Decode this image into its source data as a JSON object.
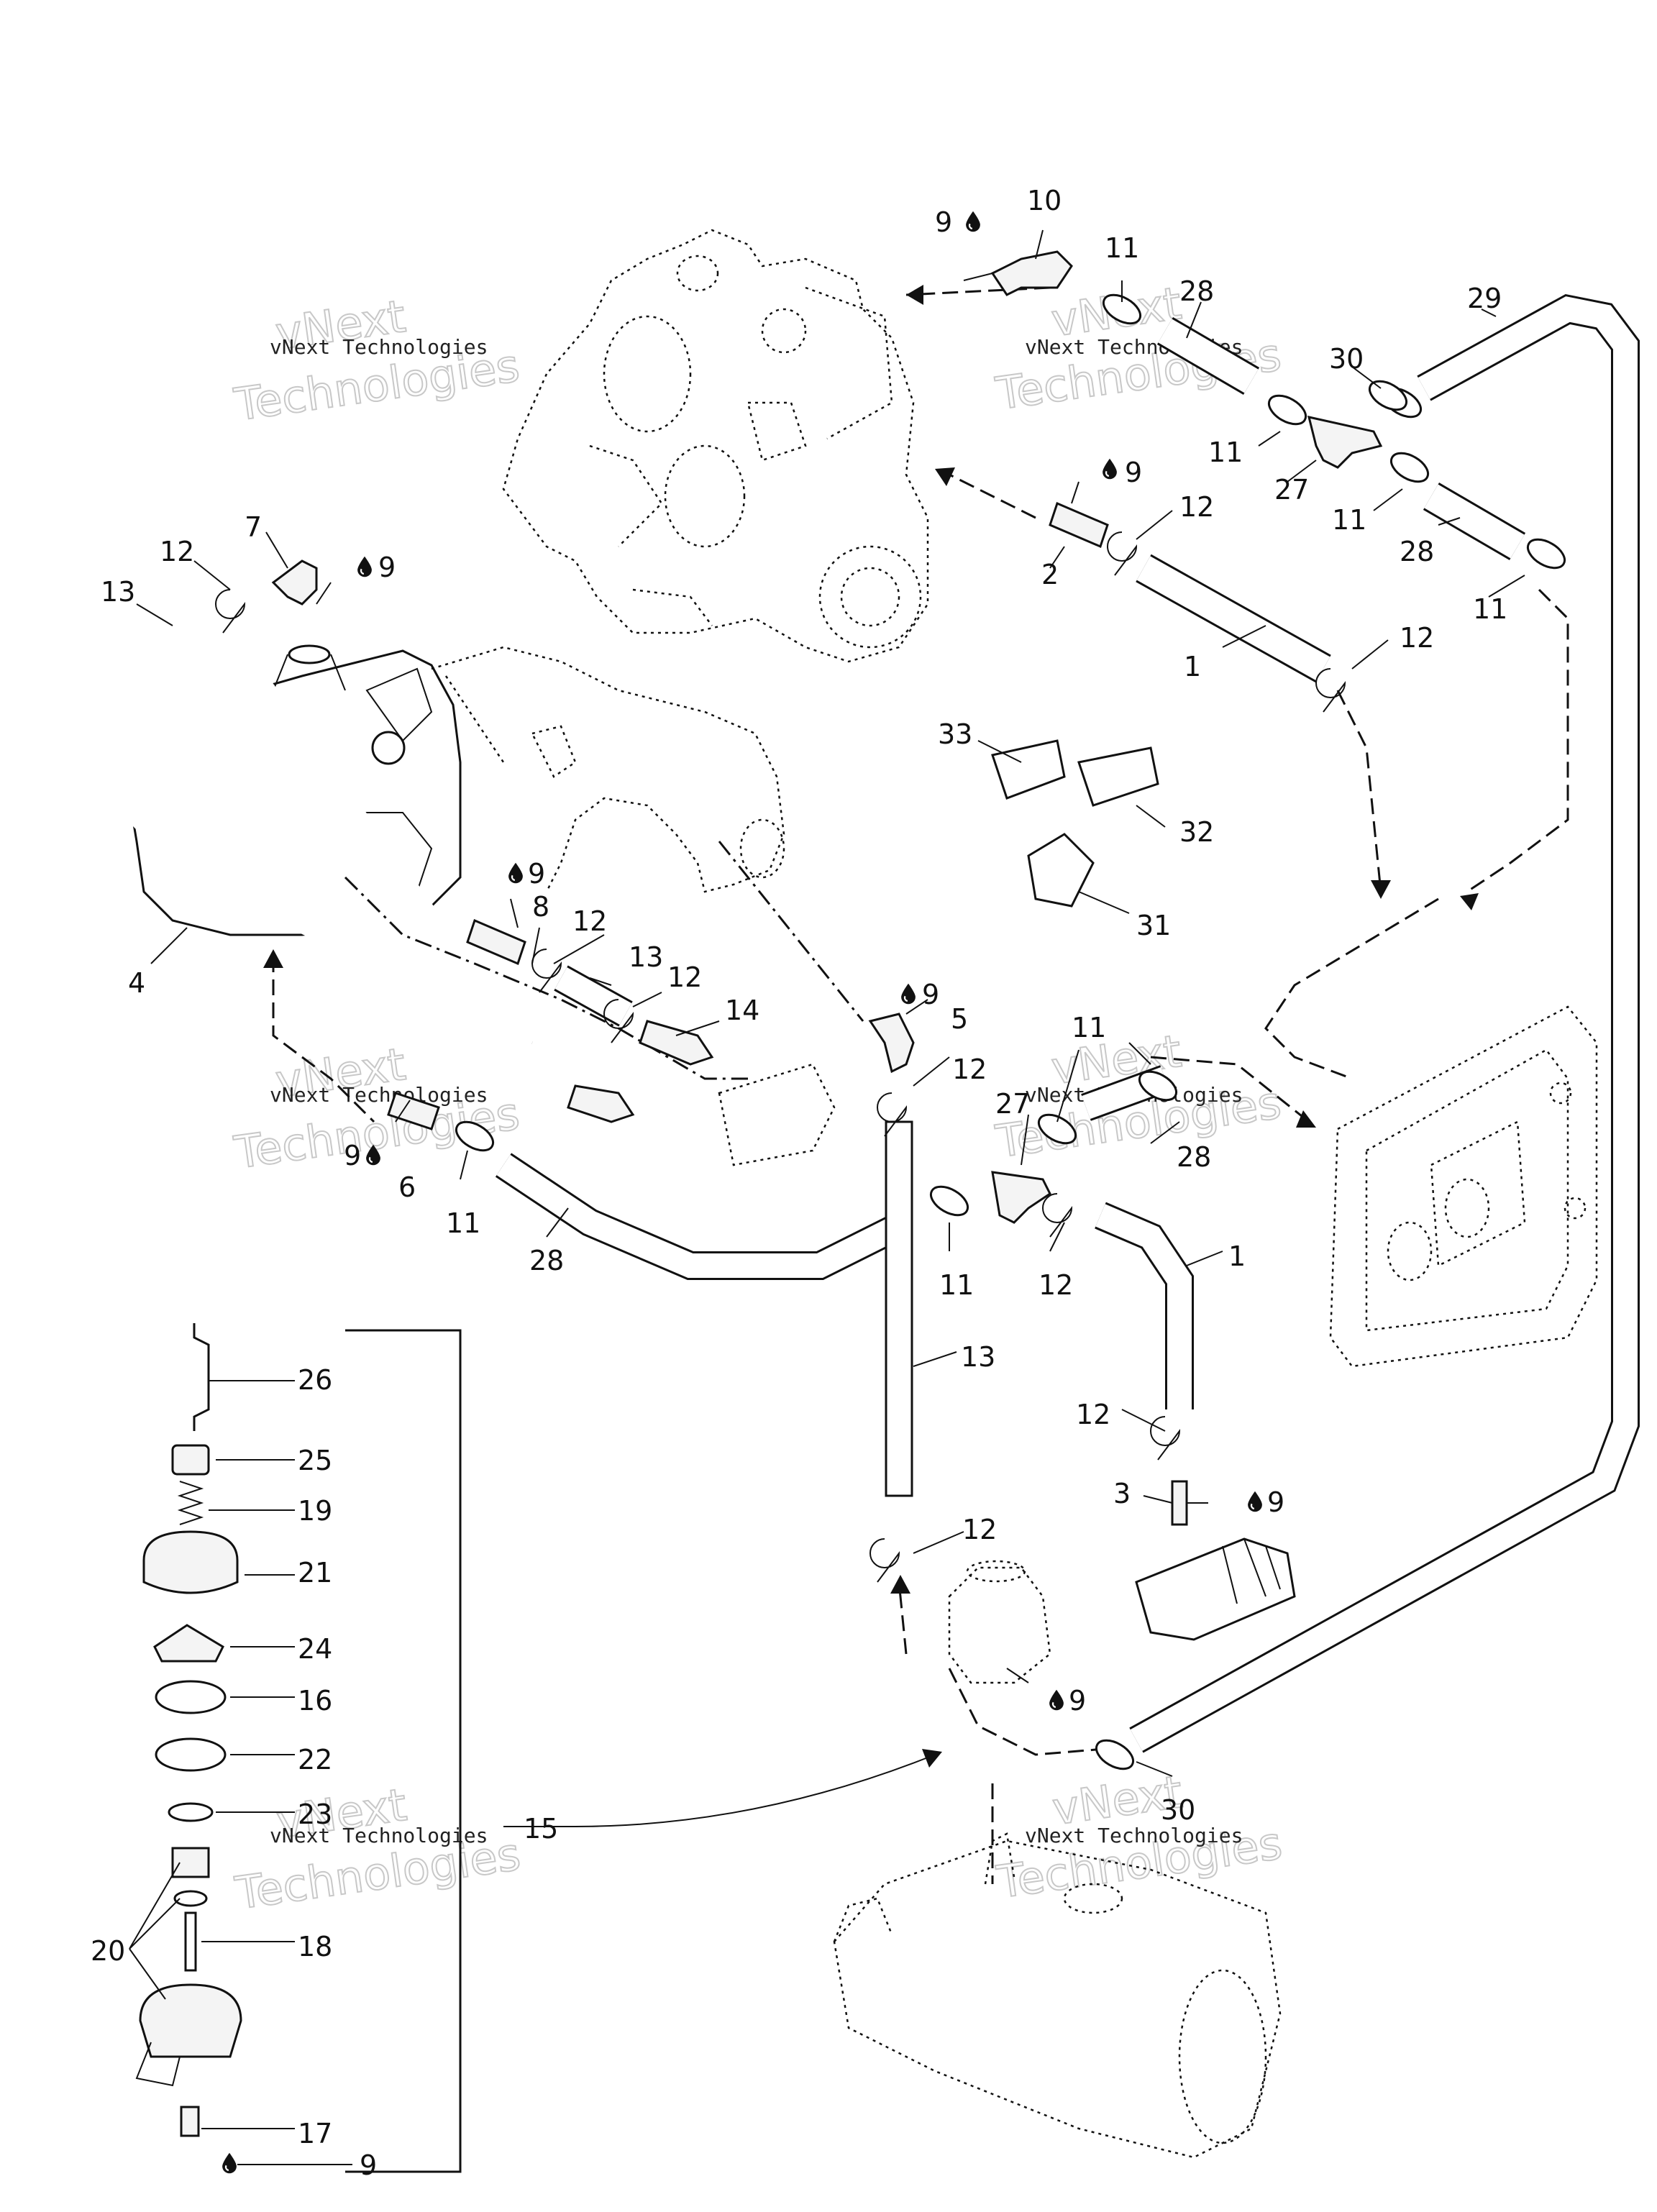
{
  "diagram": {
    "callouts": {
      "c1a": "1",
      "c1b": "1",
      "c2": "2",
      "c3": "3",
      "c4": "4",
      "c5": "5",
      "c6": "6",
      "c7": "7",
      "c8": "8",
      "c9a": "9",
      "c9b": "9",
      "c9c": "9",
      "c9d": "9",
      "c9e": "9",
      "c9f": "9",
      "c9g": "9",
      "c9h": "9",
      "c10": "10",
      "c11a": "11",
      "c11b": "11",
      "c11c": "11",
      "c11d": "11",
      "c11e": "11",
      "c11f": "11",
      "c11g": "11",
      "c12a": "12",
      "c12b": "12",
      "c12c": "12",
      "c12d": "12",
      "c12e": "12",
      "c12f": "12",
      "c12g": "12",
      "c12h": "12",
      "c12i": "12",
      "c13a": "13",
      "c13b": "13",
      "c13c": "13",
      "c14": "14",
      "c15": "15",
      "c16": "16",
      "c17": "17",
      "c18": "18",
      "c19": "19",
      "c20": "20",
      "c21": "21",
      "c22": "22",
      "c23": "23",
      "c24": "24",
      "c25": "25",
      "c26": "26",
      "c27a": "27",
      "c27b": "27",
      "c28a": "28",
      "c28b": "28",
      "c28c": "28",
      "c28d": "28",
      "c29": "29",
      "c30a": "30",
      "c30b": "30",
      "c31": "31",
      "c32": "32",
      "c33": "33"
    },
    "watermark": {
      "small": "vNext Technologies",
      "big_top": "vNext",
      "big_bottom": "Technologies"
    },
    "icons": [
      "drop-icon"
    ]
  }
}
